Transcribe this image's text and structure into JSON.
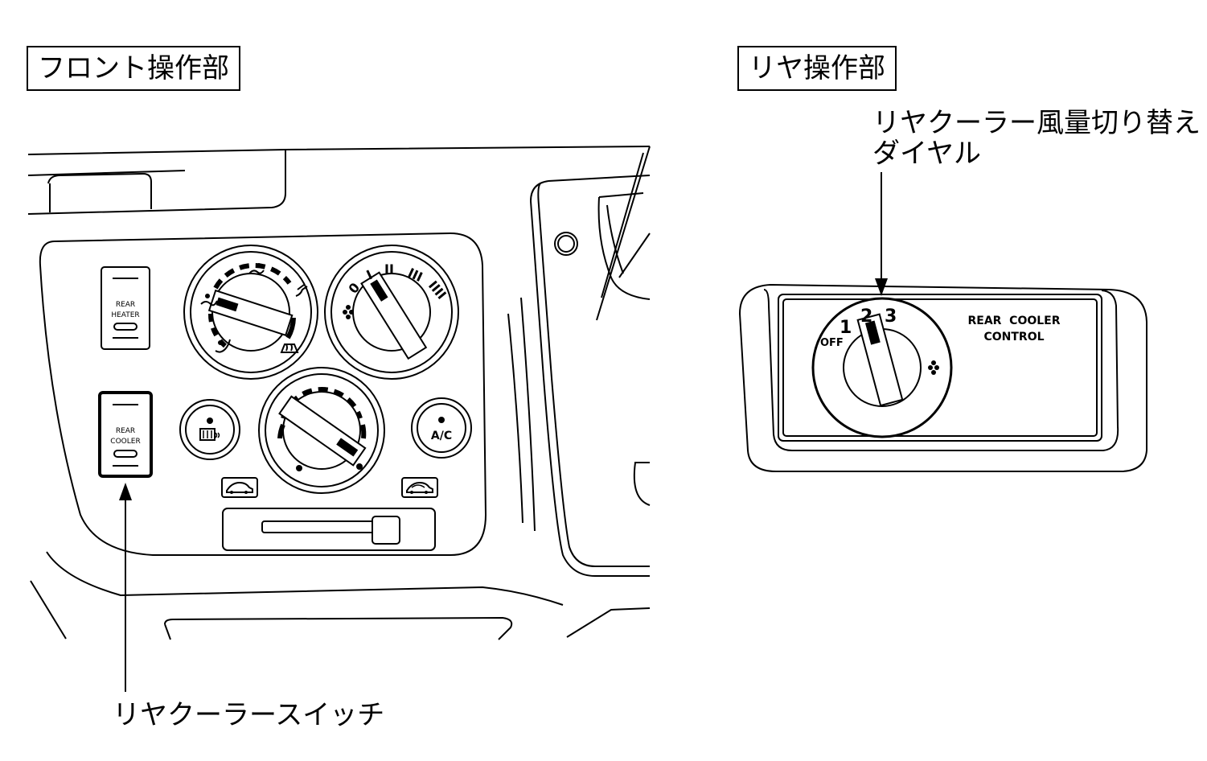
{
  "front_section": {
    "title": "フロント操作部",
    "rear_heater_switch_label": [
      "REAR",
      "HEATER"
    ],
    "rear_cooler_switch_label": [
      "REAR",
      "COOLER"
    ],
    "ac_button_label": "A/C",
    "fan_dial_positions": [
      "0",
      "I",
      "II",
      "III",
      "IIII"
    ],
    "callout_rear_cooler_switch": "リヤクーラースイッチ"
  },
  "rear_section": {
    "title": "リヤ操作部",
    "callout_line1": "リヤクーラー風量切り替え",
    "callout_line2": "ダイヤル",
    "panel_label_line1": "REAR  COOLER",
    "panel_label_line2": "CONTROL",
    "dial_positions": {
      "off": "OFF",
      "p1": "1",
      "p2": "2",
      "p3": "3"
    }
  },
  "icons": [
    "fan-icon",
    "defroster-icon",
    "rear-defogger-icon",
    "recirculation-icon",
    "fresh-air-icon"
  ]
}
